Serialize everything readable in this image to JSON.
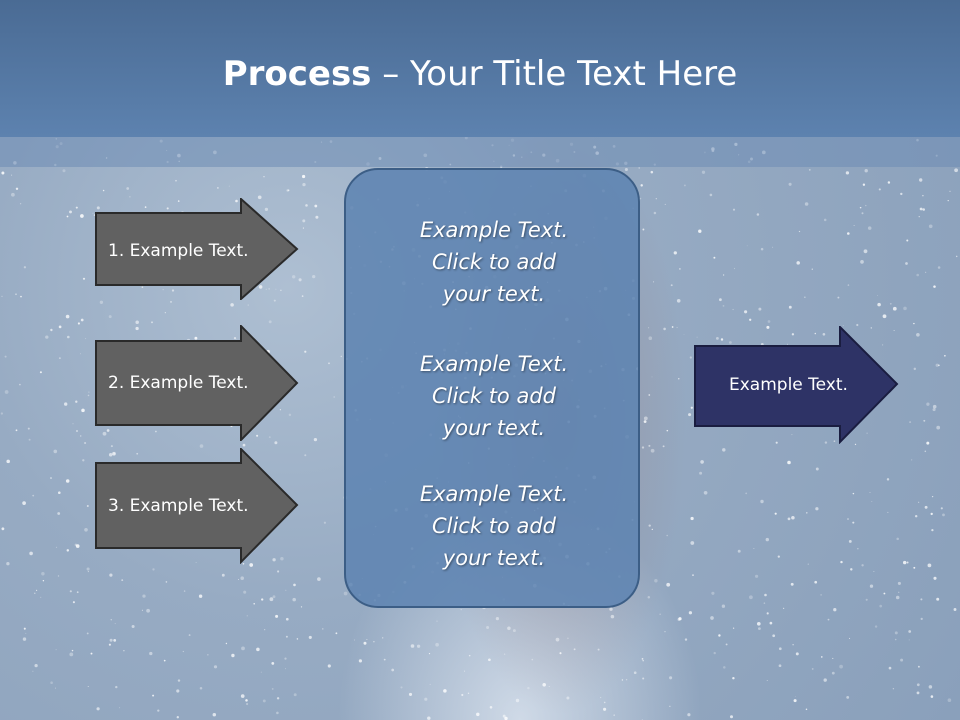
{
  "header": {
    "title_bold": "Process",
    "title_rest": " – Your Title Text Here"
  },
  "left_arrows": [
    {
      "label": "1. Example Text."
    },
    {
      "label": "2. Example Text."
    },
    {
      "label": "3. Example Text."
    }
  ],
  "center_box": {
    "blocks": [
      {
        "line1": "Example Text.",
        "line2": "Click  to add",
        "line3": "your text."
      },
      {
        "line1": "Example Text.",
        "line2": "Click  to add",
        "line3": "your text."
      },
      {
        "line1": "Example Text.",
        "line2": "Click  to add",
        "line3": "your text."
      }
    ]
  },
  "right_arrow": {
    "label": "Example Text."
  },
  "colors": {
    "header": "#5377a3",
    "left_arrow_fill": "#616161",
    "right_arrow_fill": "#2e3366",
    "center_box_fill": "#5f84b2"
  }
}
